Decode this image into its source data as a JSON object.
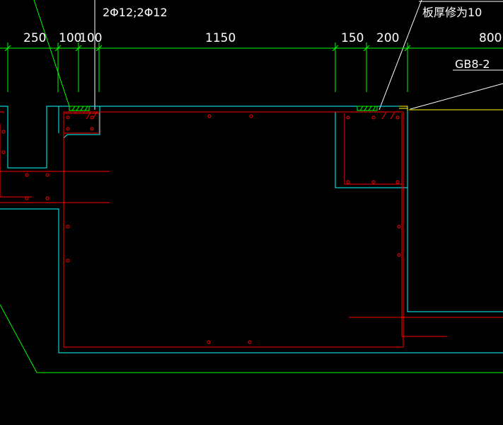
{
  "canvas": {
    "background": "#000000"
  },
  "colors": {
    "dimension": "#00ff00",
    "leader": "#ffffff",
    "outline": "#00ffff",
    "rebar": "#ff0000",
    "slab": "#ffff00",
    "hatch": "#00ff00"
  },
  "labels": {
    "top_note": "2Φ12;2Φ12",
    "slab_note": "板厚修为10",
    "detail_ref": "GB8-2"
  },
  "dimensions": [
    "250",
    "100",
    "100",
    "1150",
    "150",
    "200",
    "800"
  ]
}
